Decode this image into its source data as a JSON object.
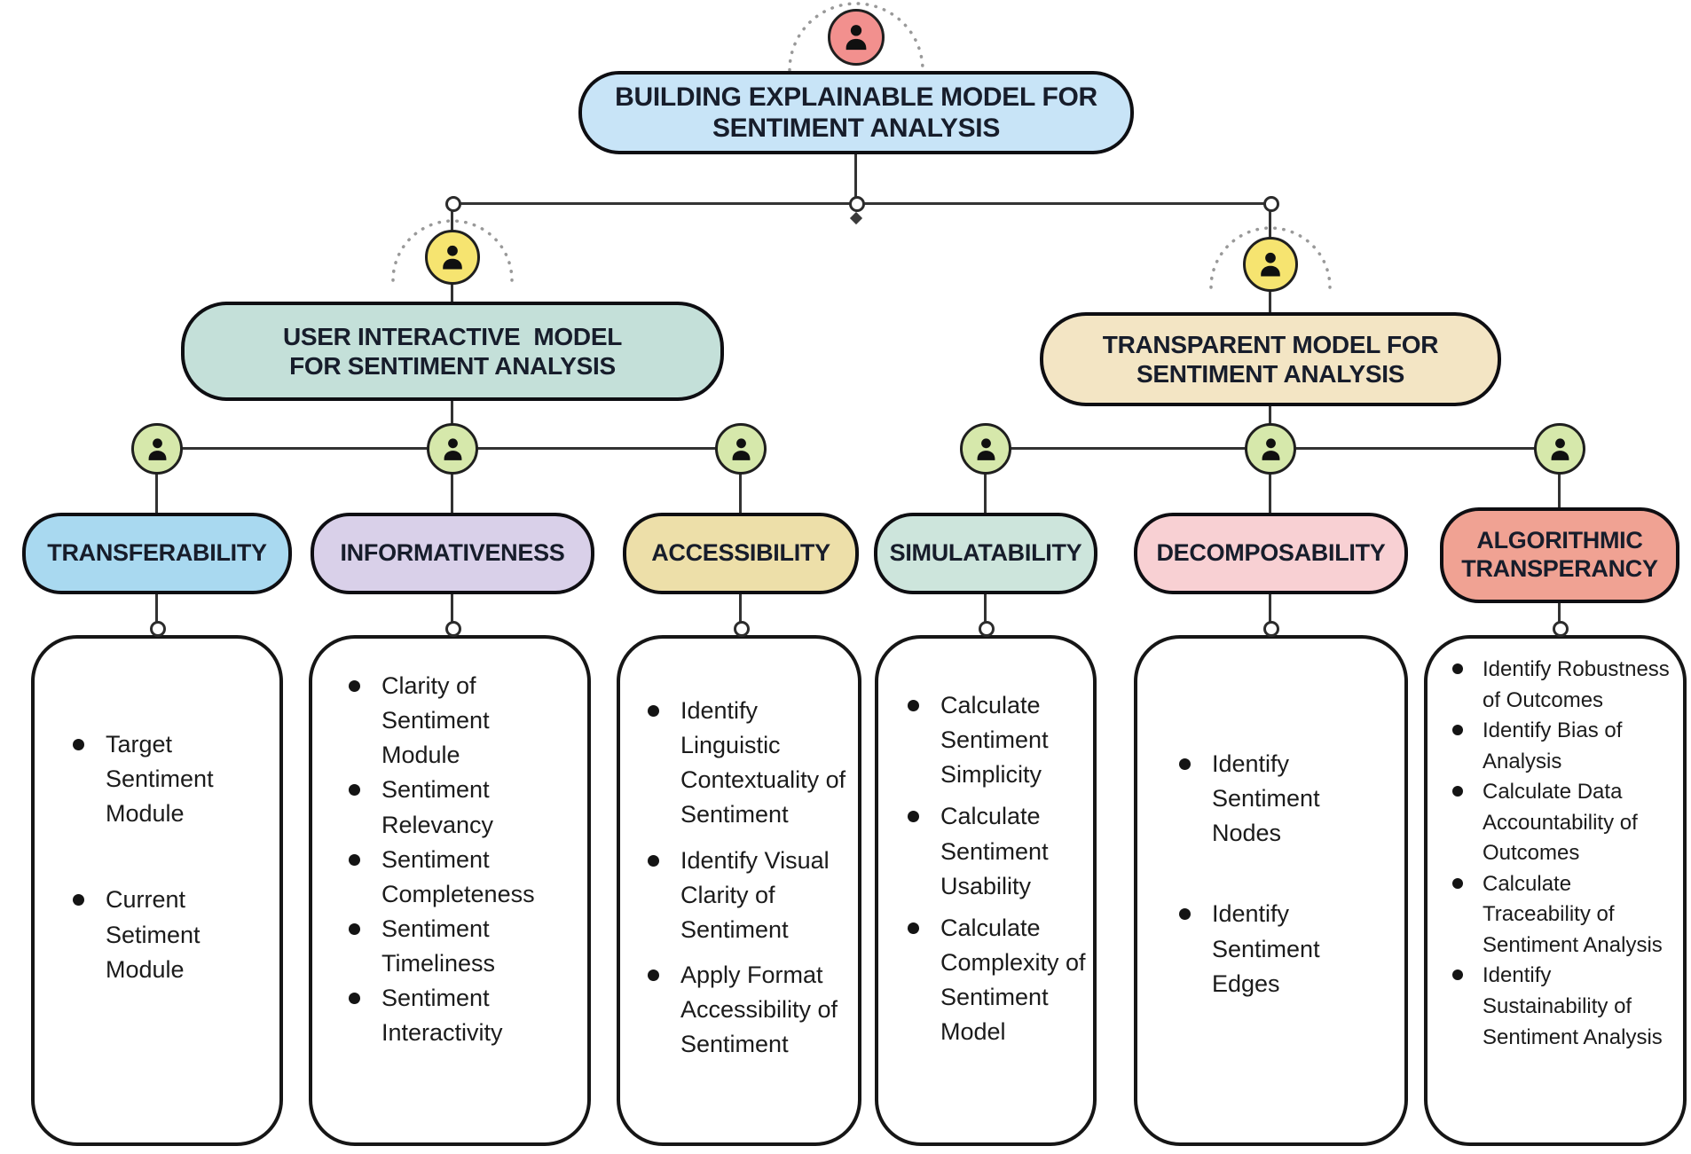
{
  "title": "Building Explainable Model for Sentiment Analysis — hierarchy diagram",
  "colors": {
    "root_pill_fill": "#c8e4f7",
    "root_icon_fill": "#f2908e",
    "branch_icon_fill": "#f6e470",
    "child_icon_fill": "#d6e8ab",
    "connector": "#333333",
    "node_border": "#0e0e12",
    "box_border": "#161616"
  },
  "root": {
    "line1": "BUILDING EXPLAINABLE MODEL FOR",
    "line2": "SENTIMENT ANALYSIS",
    "fill": "#c8e4f7",
    "icon": "person-icon",
    "icon_fill": "#f2908e"
  },
  "branches": [
    {
      "line1": "USER INTERACTIVE  MODEL",
      "line2": "FOR SENTIMENT ANALYSIS",
      "fill": "#c4e0d9",
      "icon": "person-icon",
      "icon_fill": "#f6e470",
      "children": [
        {
          "label": "TRANSFERABILITY",
          "fill": "#a9d9f0",
          "icon_fill": "#d6e8ab",
          "items": [
            "Target Sentiment Module",
            "Current Setiment Module"
          ]
        },
        {
          "label": "INFORMATIVENESS",
          "fill": "#d9d0e9",
          "icon_fill": "#d6e8ab",
          "items": [
            "Clarity of Sentiment Module",
            "Sentiment Relevancy",
            "Sentiment Completeness",
            "Sentiment Timeliness",
            "Sentiment Interactivity"
          ]
        },
        {
          "label": "ACCESSIBILITY",
          "fill": "#eddfa9",
          "icon_fill": "#d6e8ab",
          "items": [
            "Identify Linguistic Contextuality of Sentiment",
            "Identify Visual Clarity of Sentiment",
            "Apply Format Accessibility of Sentiment"
          ]
        }
      ]
    },
    {
      "line1": "TRANSPARENT MODEL FOR",
      "line2": "SENTIMENT ANALYSIS",
      "fill": "#f3e5c4",
      "icon": "person-icon",
      "icon_fill": "#f6e470",
      "children": [
        {
          "label": "SIMULATABILITY",
          "fill": "#cde5dc",
          "icon_fill": "#d6e8ab",
          "items": [
            "Calculate Sentiment Simplicity",
            "Calculate Sentiment Usability",
            "Calculate Complexity of Sentiment Model"
          ]
        },
        {
          "label": "DECOMPOSABILITY",
          "fill": "#f8d0d3",
          "icon_fill": "#d6e8ab",
          "items": [
            "Identify Sentiment Nodes",
            "Identify Sentiment Edges"
          ]
        },
        {
          "label": "ALGORITHMIC TRANSPERANCY",
          "fill": "#f0a293",
          "icon_fill": "#d6e8ab",
          "items": [
            "Identify Robustness of Outcomes",
            "Identify Bias of Analysis",
            "Calculate Data Accountability of Outcomes",
            "Calculate Traceability of Sentiment Analysis",
            "Identify Sustainability of Sentiment Analysis"
          ]
        }
      ]
    }
  ]
}
